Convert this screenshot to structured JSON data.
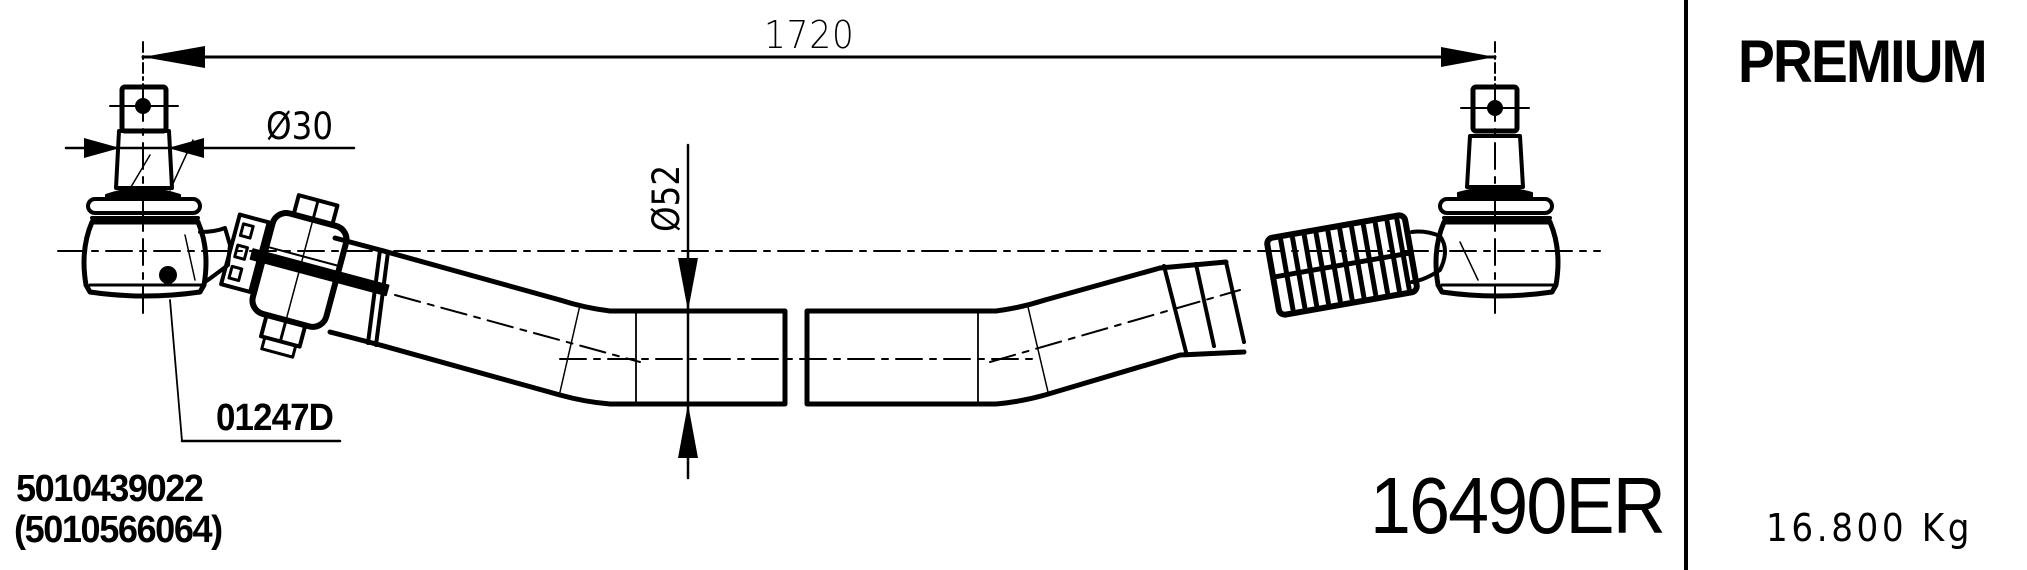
{
  "drawing": {
    "title": "Tie rod assembly technical drawing",
    "colors": {
      "ink": "#000000",
      "paper": "#ffffff"
    }
  },
  "dimensions": {
    "overall_length": "1720",
    "ball_pin_diameter": "Ø30",
    "tube_diameter": "Ø52"
  },
  "callouts": {
    "tie_rod_end_ref": "01247D"
  },
  "oem_numbers": {
    "primary": "5010439022",
    "alternate": "(5010566064)"
  },
  "part": {
    "number": "16490ER"
  },
  "side_panel": {
    "brand_line": "PREMIUM",
    "weight": "16.800 Kg"
  }
}
